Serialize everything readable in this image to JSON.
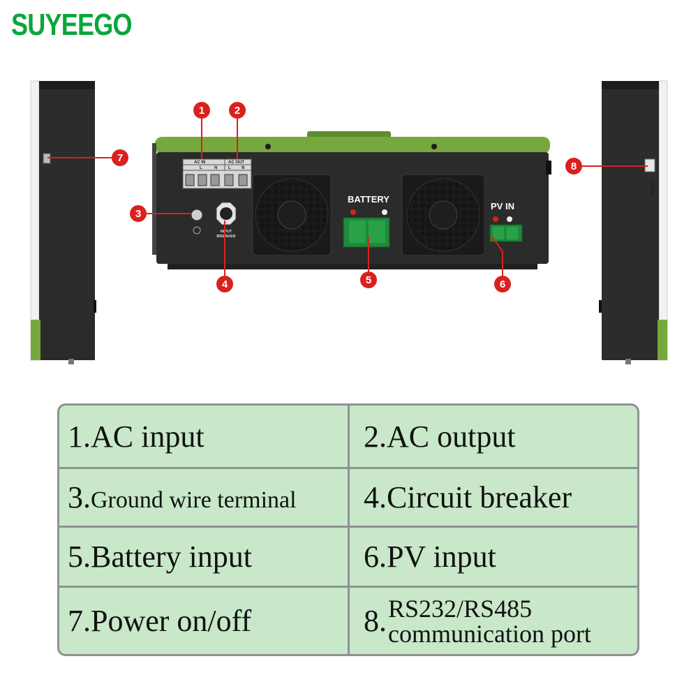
{
  "brand": "SUYEEGO",
  "device_labels": {
    "ac_in": "AC IN",
    "ac_out": "AC OUT",
    "l": "L",
    "n": "N",
    "input_breaker_1": "INPUT",
    "input_breaker_2": "BREAKER",
    "battery": "BATTERY",
    "pv_in": "PV IN",
    "comm": "COMM"
  },
  "markers": [
    "1",
    "2",
    "3",
    "4",
    "5",
    "6",
    "7",
    "8"
  ],
  "colors": {
    "brand_green": "#0aa63c",
    "marker_red": "#d9211e",
    "case_green": "#76a83d",
    "legend_bg": "#c8e8c9",
    "legend_border": "#8f9190"
  },
  "legend": {
    "items": [
      {
        "num": "1.",
        "text": "AC input"
      },
      {
        "num": "2.",
        "text": "AC output"
      },
      {
        "num": "3.",
        "text": "Ground wire terminal"
      },
      {
        "num": "4.",
        "text": "Circuit breaker"
      },
      {
        "num": "5.",
        "text": "Battery input"
      },
      {
        "num": "6.",
        "text": "PV input"
      },
      {
        "num": "7.",
        "text": "Power on/off"
      },
      {
        "num": "8.",
        "line1": "RS232/RS485",
        "line2": "communication port"
      }
    ]
  }
}
